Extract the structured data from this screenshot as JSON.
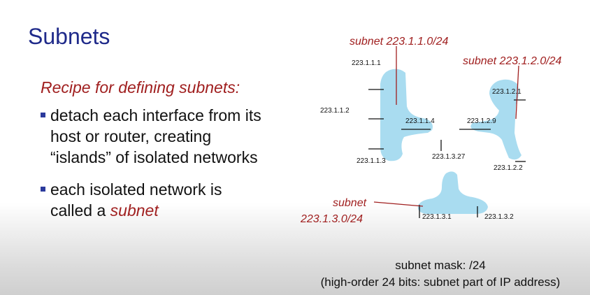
{
  "slide": {
    "title": "Subnets",
    "recipe_heading": "Recipe for defining subnets:",
    "bullet1_line1": "detach each interface from its",
    "bullet1_line2": "host or router, creating",
    "bullet1_line3": "“islands” of isolated networks",
    "bullet2_line1": "each isolated network is",
    "bullet2_line2_prefix": "called a ",
    "bullet2_line2_em": "subnet",
    "mask_line1": "subnet mask: /24",
    "mask_line2": "(high-order 24 bits: subnet part of IP address)"
  },
  "diagram": {
    "island_color": "#a9dcf0",
    "subnet_label_color": "#a01f1f",
    "subnet1_label": "subnet 223.1.1.0/24",
    "subnet2_label": "subnet 223.1.2.0/24",
    "subnet3_label_line1": "subnet",
    "subnet3_label_line2": "223.1.3.0/24",
    "addresses": {
      "a_223_1_1_1": "223.1.1.1",
      "a_223_1_1_2": "223.1.1.2",
      "a_223_1_1_3": "223.1.1.3",
      "a_223_1_1_4": "223.1.1.4",
      "a_223_1_2_1": "223.1.2.1",
      "a_223_1_2_9": "223.1.2.9",
      "a_223_1_2_2": "223.1.2.2",
      "a_223_1_3_27": "223.1.3.27",
      "a_223_1_3_1": "223.1.3.1",
      "a_223_1_3_2": "223.1.3.2"
    }
  }
}
